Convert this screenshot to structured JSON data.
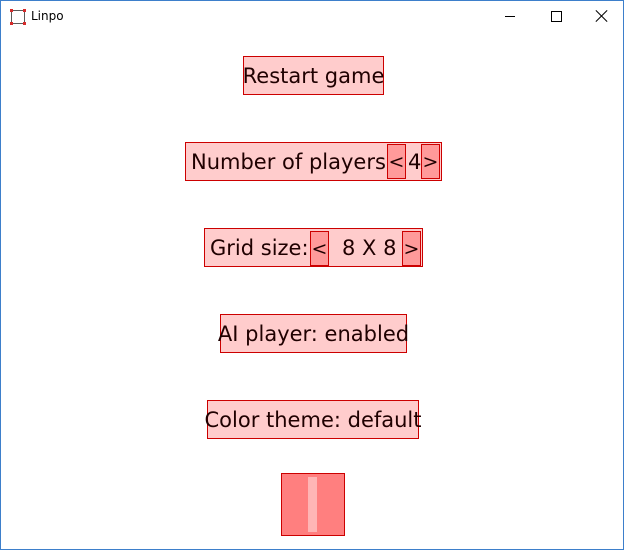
{
  "window": {
    "title": "Linpo",
    "controls": [
      "minimize",
      "maximize",
      "close"
    ]
  },
  "menu": {
    "restart_label": "Restart game",
    "players": {
      "label": "Number of players:",
      "decrement": "<",
      "value": "4",
      "increment": ">"
    },
    "grid": {
      "label": "Grid size:",
      "decrement": "<",
      "value": "8 X 8",
      "increment": ">"
    },
    "ai_label": "AI player: enabled",
    "theme_label": "Color theme: default",
    "pause_icon": "pause-icon"
  },
  "colors": {
    "button_fill": "#ffcccc",
    "button_border": "#cc0000",
    "arrow_fill": "#ff9a9a",
    "pause_fill": "#ff7f7f"
  }
}
